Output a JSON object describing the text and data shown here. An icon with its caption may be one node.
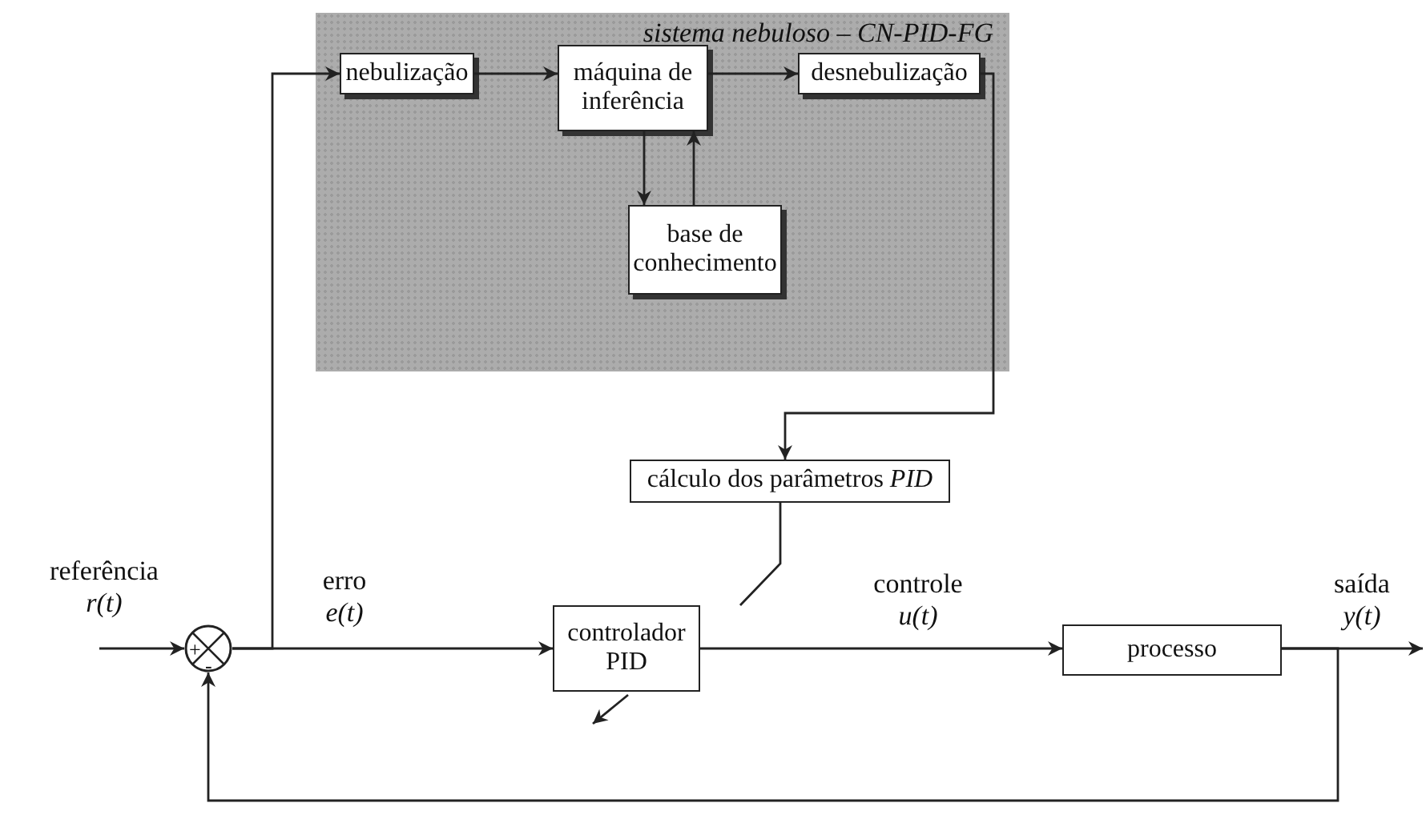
{
  "diagram": {
    "nodes": [
      {
        "text": [
          "sistema nebuloso – CN-PID-FG"
        ]
      },
      {
        "text": [
          "nebulização"
        ],
        "in": 0
      },
      {
        "text": [
          "máquina de inferência"
        ],
        "in": 0
      },
      {
        "text": [
          "desnebulização"
        ],
        "in": 0
      },
      {
        "text": [
          "base de conhecimento"
        ],
        "in": 0
      },
      {
        "text": [
          "cálculo dos parâmetros *PID*"
        ]
      },
      {
        "text": [
          "+",
          "-"
        ]
      },
      {
        "text": [
          "controlador PID"
        ]
      },
      {
        "text": [
          "processo"
        ]
      }
    ],
    "edges": [
      {
        "from": 6,
        "to": 7,
        "arrow": "to"
      },
      {
        "from": 6,
        "to": 1,
        "arrow": "to"
      },
      {
        "from": 1,
        "to": 2,
        "arrow": "to"
      },
      {
        "from": 2,
        "to": 3,
        "arrow": "to"
      },
      {
        "from": 2,
        "to": 4,
        "arrow": "to"
      },
      {
        "from": 4,
        "to": 2,
        "arrow": "to"
      },
      {
        "from": 3,
        "to": 5,
        "arrow": "to"
      },
      {
        "from": 5,
        "to": 7,
        "arrow": "none"
      },
      {
        "from": 7,
        "to": 8,
        "arrow": "to"
      },
      {
        "from": 8,
        "to": null,
        "arrow": "to"
      },
      {
        "from": 8,
        "to": 6,
        "arrow": "to"
      },
      {
        "from": null,
        "to": 6,
        "arrow": "to"
      }
    ],
    "labels": [
      "referência",
      "r(t)",
      "erro",
      "e(t)",
      "controle",
      "u(t)",
      "saída",
      "y(t)"
    ]
  }
}
